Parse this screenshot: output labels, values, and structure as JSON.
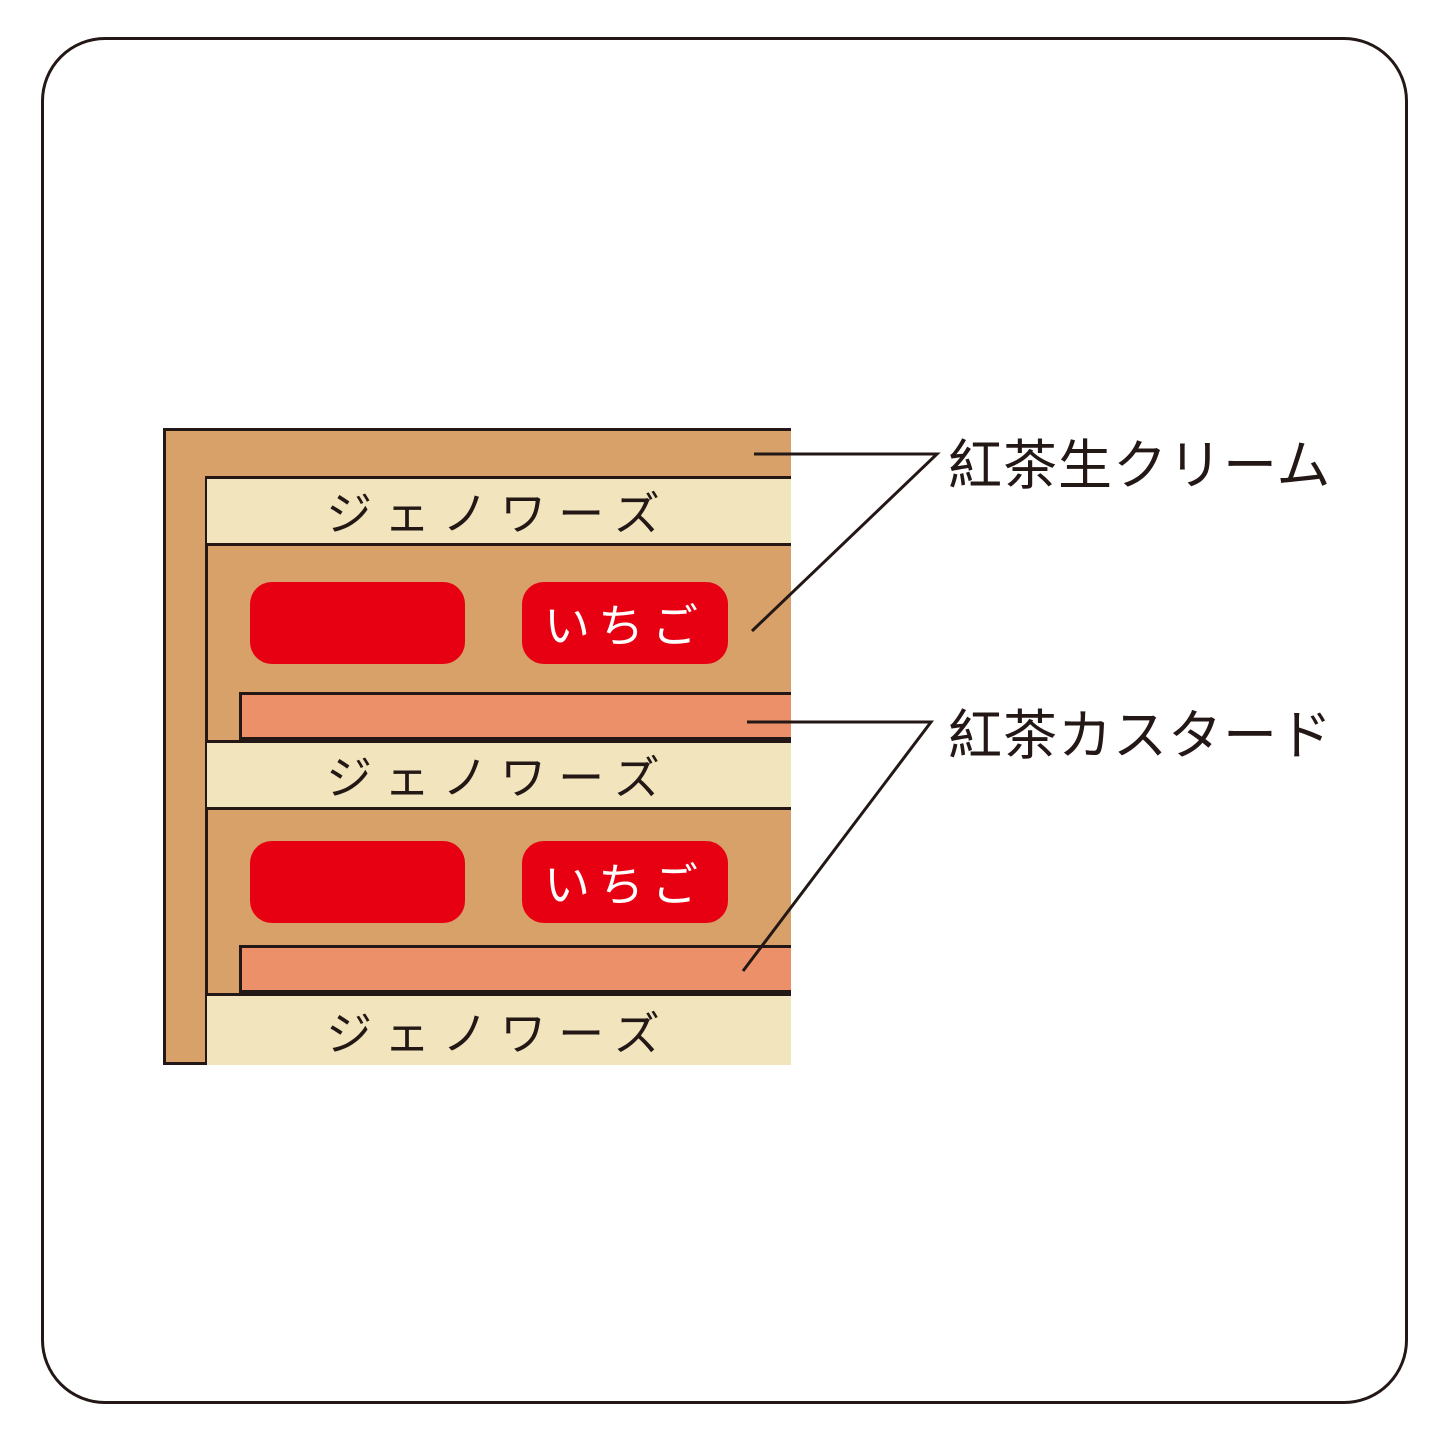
{
  "colors": {
    "background": "#FFFFFF",
    "outline": "#231815",
    "cream_tan": "#D8A169",
    "genoise_cream": "#F2E5BE",
    "custard_salmon": "#EC9069",
    "strawberry_red": "#E60012"
  },
  "cake": {
    "genoise_labels": [
      "ジェノワーズ",
      "ジェノワーズ",
      "ジェノワーズ"
    ],
    "strawberry_label": "いちご"
  },
  "annotations": {
    "tea_cream": "紅茶生クリーム",
    "tea_custard": "紅茶カスタード"
  }
}
